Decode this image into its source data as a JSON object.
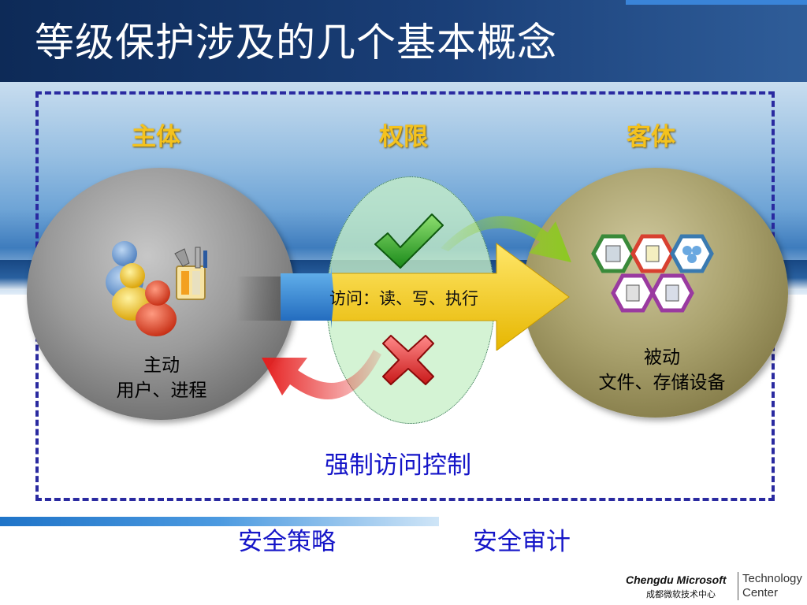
{
  "slide": {
    "title": "等级保护涉及的几个基本概念"
  },
  "labels": {
    "subject": "主体",
    "permission": "权限",
    "object": "客体"
  },
  "subject_text": {
    "line1": "主动",
    "line2": "用户、进程"
  },
  "object_text": {
    "line1": "被动",
    "line2": "文件、存储设备"
  },
  "access_text": "访问：读、写、执行",
  "captions": {
    "mac": "强制访问控制",
    "policy": "安全策略",
    "audit": "安全审计"
  },
  "logo": {
    "brand_en": "Chengdu Microsoft",
    "brand_cn": "成都微软技术中心",
    "line1": "Technology",
    "line2": "Center"
  },
  "colors": {
    "title_bg": "#0d2a57",
    "label_gold": "#f4c21e",
    "caption_blue": "#1515c8",
    "frame_dash": "#2a2aa0"
  },
  "icons": [
    "users-icon",
    "toolbox-icon",
    "check-icon",
    "cross-icon",
    "storage-hexagons-icon"
  ]
}
